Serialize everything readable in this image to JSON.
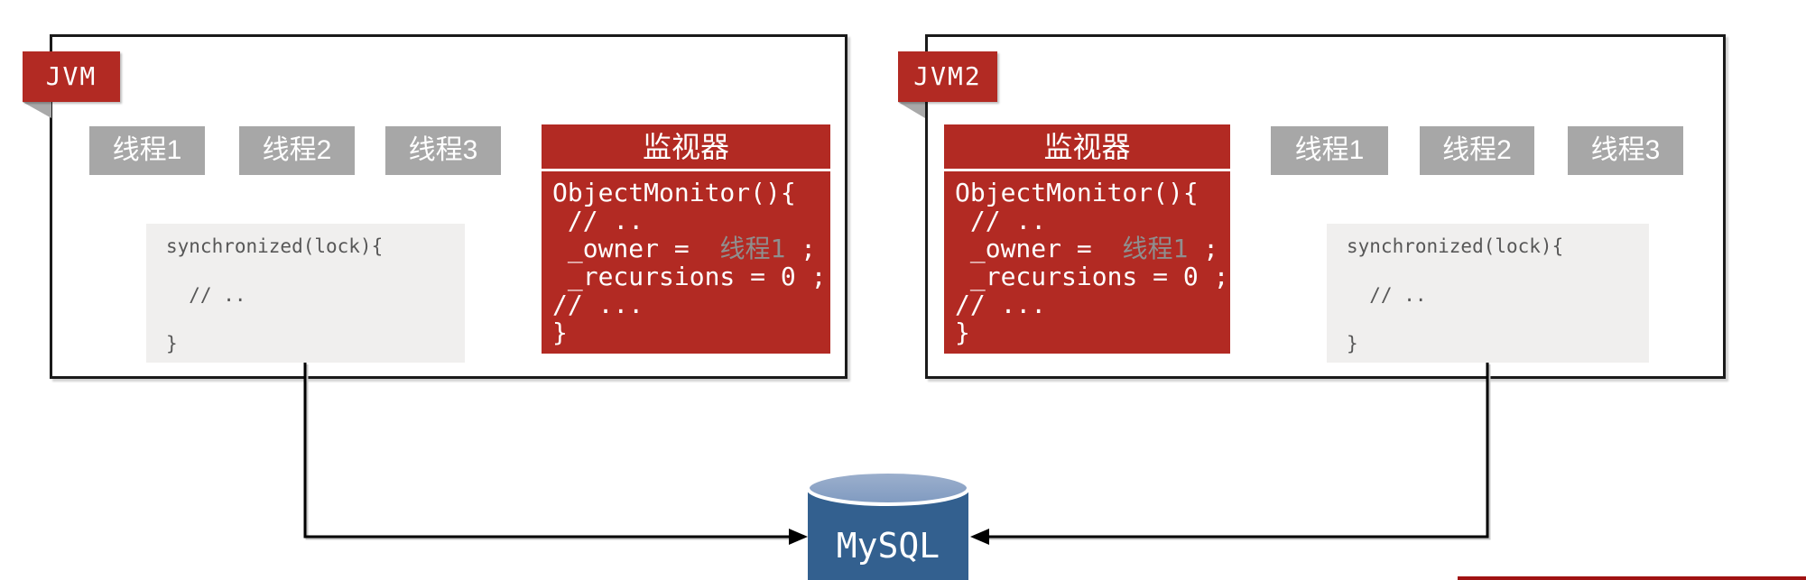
{
  "colors": {
    "accent_red": "#b22a23",
    "thread_gray": "#a7a7a7",
    "code_block_bg": "#f0efee",
    "code_text_gray": "#575757",
    "owner_value_gray": "#8f8f8f",
    "db_body_blue": "#33608f",
    "db_top_blue": "#8ba3c4",
    "connector_black": "#000000",
    "bottom_bar_red": "#a01212"
  },
  "jvm1": {
    "label": "JVM",
    "threads": [
      "线程1",
      "线程2",
      "线程3"
    ],
    "sync_code": "synchronized(lock){\n\n  // ..\n\n}",
    "monitor": {
      "title": "监视器",
      "line_open": "ObjectMonitor(){",
      "line_comment1": " // ..",
      "owner_prefix": " _owner =  ",
      "owner_value": "线程1",
      "owner_suffix": " ;",
      "line_recursions": " _recursions = 0 ;",
      "line_comment2": "// ...",
      "line_close": "}"
    }
  },
  "jvm2": {
    "label": "JVM2",
    "threads": [
      "线程1",
      "线程2",
      "线程3"
    ],
    "sync_code": "synchronized(lock){\n\n  // ..\n\n}",
    "monitor": {
      "title": "监视器",
      "line_open": "ObjectMonitor(){",
      "line_comment1": " // ..",
      "owner_prefix": " _owner =  ",
      "owner_value": "线程1",
      "owner_suffix": " ;",
      "line_recursions": " _recursions = 0 ;",
      "line_comment2": "// ...",
      "line_close": "}"
    }
  },
  "database": {
    "label": "MySQL"
  }
}
